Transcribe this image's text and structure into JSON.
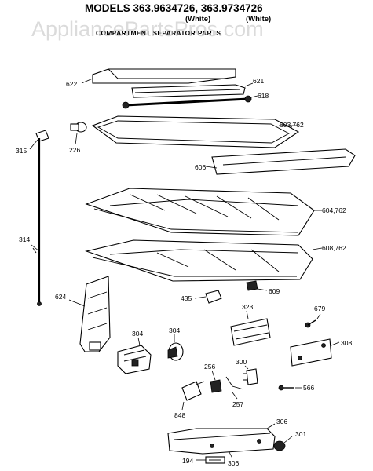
{
  "header": {
    "title": "MODELS 363.9634726, 363.9734726",
    "color_left": "(White)",
    "color_right": "(White)",
    "section": "COMPARTMENT SEPARATOR PARTS"
  },
  "watermark": "AppliancePartsPros.com",
  "parts": [
    {
      "id": "p622",
      "label": "622"
    },
    {
      "id": "p621",
      "label": "621"
    },
    {
      "id": "p618",
      "label": "618"
    },
    {
      "id": "p603",
      "label": "603,762"
    },
    {
      "id": "p315",
      "label": "315"
    },
    {
      "id": "p226",
      "label": "226"
    },
    {
      "id": "p606",
      "label": "606"
    },
    {
      "id": "p604",
      "label": "604,762"
    },
    {
      "id": "p314",
      "label": "314"
    },
    {
      "id": "p608",
      "label": "608,762"
    },
    {
      "id": "p624",
      "label": "624"
    },
    {
      "id": "p435",
      "label": "435"
    },
    {
      "id": "p609",
      "label": "609"
    },
    {
      "id": "p679",
      "label": "679"
    },
    {
      "id": "p323",
      "label": "323"
    },
    {
      "id": "p304a",
      "label": "304"
    },
    {
      "id": "p304b",
      "label": "304"
    },
    {
      "id": "p308",
      "label": "308"
    },
    {
      "id": "p256",
      "label": "256"
    },
    {
      "id": "p300",
      "label": "300"
    },
    {
      "id": "p566",
      "label": "566"
    },
    {
      "id": "p257",
      "label": "257"
    },
    {
      "id": "p848",
      "label": "848"
    },
    {
      "id": "p306a",
      "label": "306"
    },
    {
      "id": "p301",
      "label": "301"
    },
    {
      "id": "p194",
      "label": "194"
    },
    {
      "id": "p306b",
      "label": "306"
    }
  ]
}
